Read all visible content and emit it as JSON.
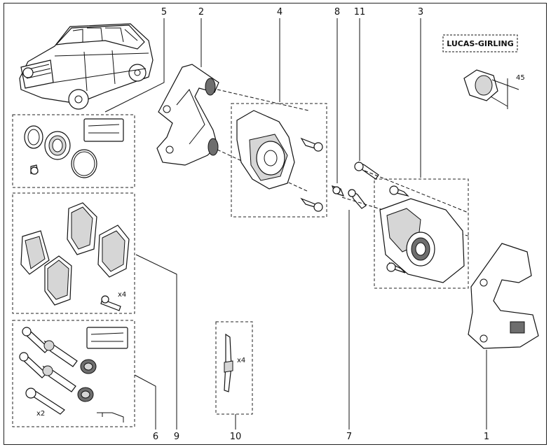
{
  "callouts": {
    "n1": "1",
    "n2": "2",
    "n3": "3",
    "n4": "4",
    "n5": "5",
    "n6": "6",
    "n7": "7",
    "n8": "8",
    "n9": "9",
    "n10": "10",
    "n11": "11"
  },
  "quantities": {
    "pad_bolts": "x4",
    "clips": "x4",
    "guide_pins": "x2"
  },
  "brand_label": "LUCAS-GIRLING",
  "angle_label": "45",
  "icons": [
    "car-illustration",
    "caliper-drawing",
    "brake-pad-drawing",
    "bolt-drawing",
    "seal-drawing"
  ]
}
